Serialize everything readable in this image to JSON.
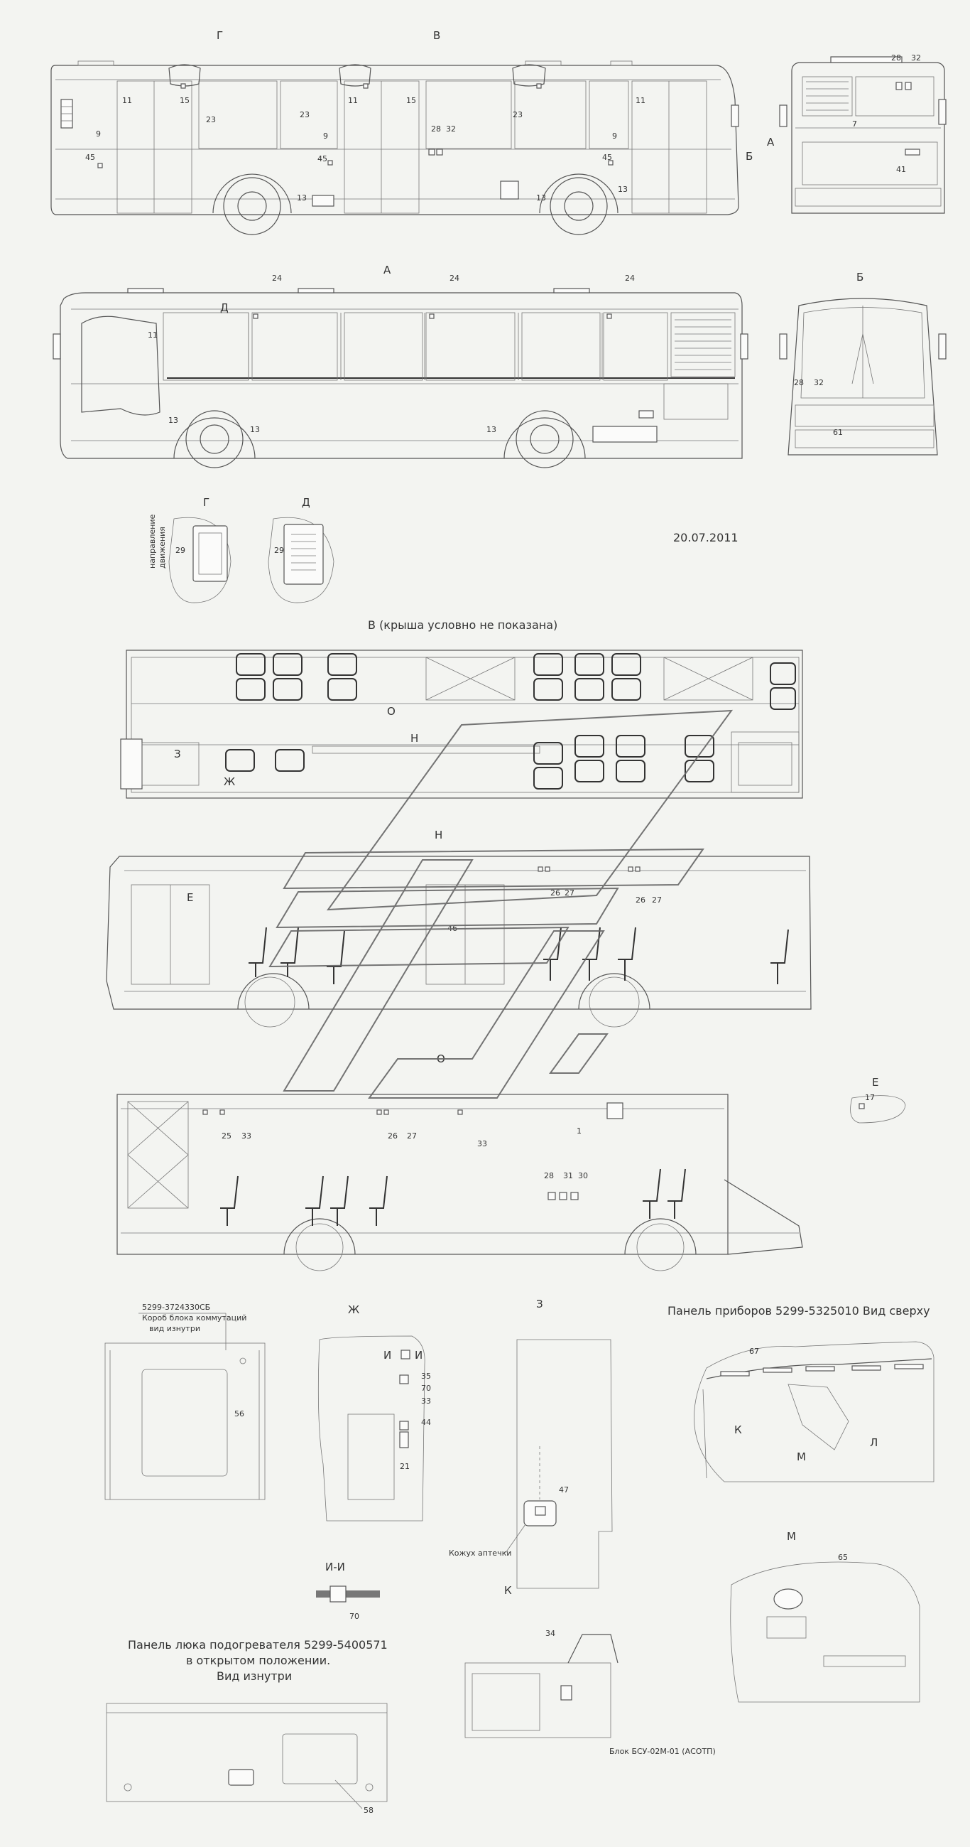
{
  "drawing": {
    "date": "20.07.2011",
    "view_labels": {
      "g": "Г",
      "v": "В",
      "a": "А",
      "b": "Б",
      "d": "Д",
      "n": "Н",
      "o": "О",
      "e": "Е",
      "zh": "Ж",
      "z": "З",
      "i": "И",
      "ii": "И-И",
      "k": "К",
      "m": "М",
      "l": "Л"
    },
    "titles": {
      "plan": "В (крыша условно не показана)",
      "instrument_panel": "Панель приборов 5299-5325010 Вид сверху",
      "heater_panel_l1": "Панель люка подогревателя 5299-5400571",
      "heater_panel_l2": "в открытом положении.",
      "heater_panel_l3": "Вид изнутри"
    },
    "captions": {
      "switch_box_l1": "5299-3724330СБ",
      "switch_box_l2": "Короб блока коммутаций",
      "switch_box_l3": "вид изнутри",
      "first_aid": "Кожух аптечки",
      "block": "Блок БСУ-02М-01 (АСОТП)",
      "direction_l1": "направление",
      "direction_l2": "движения"
    },
    "callouts": {
      "c1": "1",
      "c9": "9",
      "c11": "11",
      "c13": "13",
      "c15": "15",
      "c21": "21",
      "c23": "23",
      "c24": "24",
      "c25": "25",
      "c26": "26",
      "c27": "27",
      "c28": "28",
      "c29": "29",
      "c30": "30",
      "c31": "31",
      "c32": "32",
      "c33": "33",
      "c34": "34",
      "c35": "35",
      "c41": "41",
      "c44": "44",
      "c45": "45",
      "c46": "46",
      "c47": "47",
      "c56": "56",
      "c58": "58",
      "c61": "61",
      "c65": "65",
      "c67": "67",
      "c70": "70",
      "c7": "7"
    }
  }
}
